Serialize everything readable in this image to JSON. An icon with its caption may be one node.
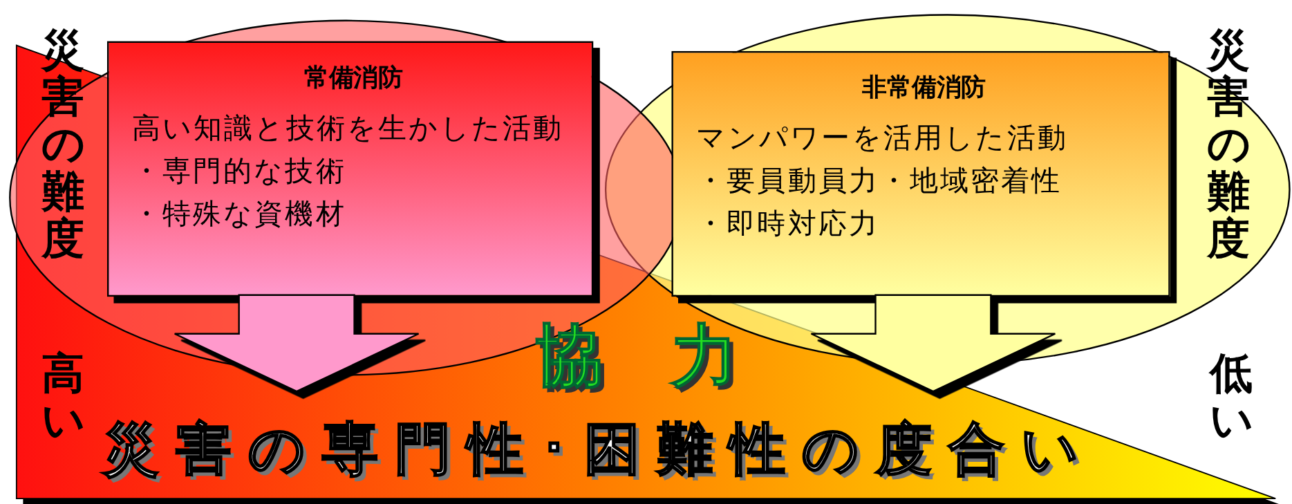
{
  "diagram": {
    "nodes": [
      {
        "text": [
          "常備消防",
          "高い知識と技術を生かした活動",
          "・専門的な技術",
          "・特殊な資機材"
        ]
      },
      {
        "text": [
          "非常備消防",
          "マンパワーを活用した活動",
          "・要員動員力・地域密着性",
          "・即時対応力"
        ]
      }
    ],
    "edges": [
      {
        "from": 0,
        "to": null,
        "arrow": "to"
      },
      {
        "from": 1,
        "to": null,
        "arrow": "to"
      }
    ],
    "labels": [
      "災害の難度",
      "高い",
      "災害の難度",
      "低い",
      "協　力",
      "災害の専門性･困難性の度合い"
    ]
  }
}
